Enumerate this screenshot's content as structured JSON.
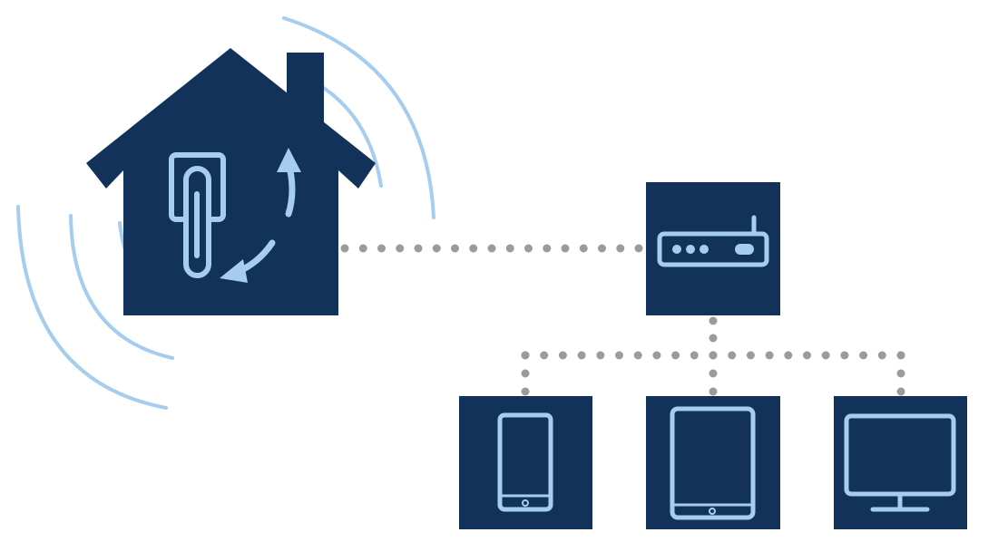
{
  "colors": {
    "navy": "#12325a",
    "light": "#a6cdee",
    "wave": "#a6cdee",
    "dot": "#9b9b9b",
    "background": "#ffffff"
  },
  "nodes": {
    "house": {
      "icon": "house-with-smart-thermostat-icon"
    },
    "router": {
      "icon": "router-icon"
    },
    "phone": {
      "icon": "smartphone-icon"
    },
    "tablet": {
      "icon": "tablet-icon"
    },
    "monitor": {
      "icon": "desktop-monitor-icon"
    }
  },
  "connections": [
    {
      "from": "house",
      "to": "router",
      "style": "dotted"
    },
    {
      "from": "router",
      "to": "phone",
      "style": "dotted"
    },
    {
      "from": "router",
      "to": "tablet",
      "style": "dotted"
    },
    {
      "from": "router",
      "to": "monitor",
      "style": "dotted"
    }
  ],
  "signal": {
    "icon": "wireless-signal-waves-icon"
  }
}
